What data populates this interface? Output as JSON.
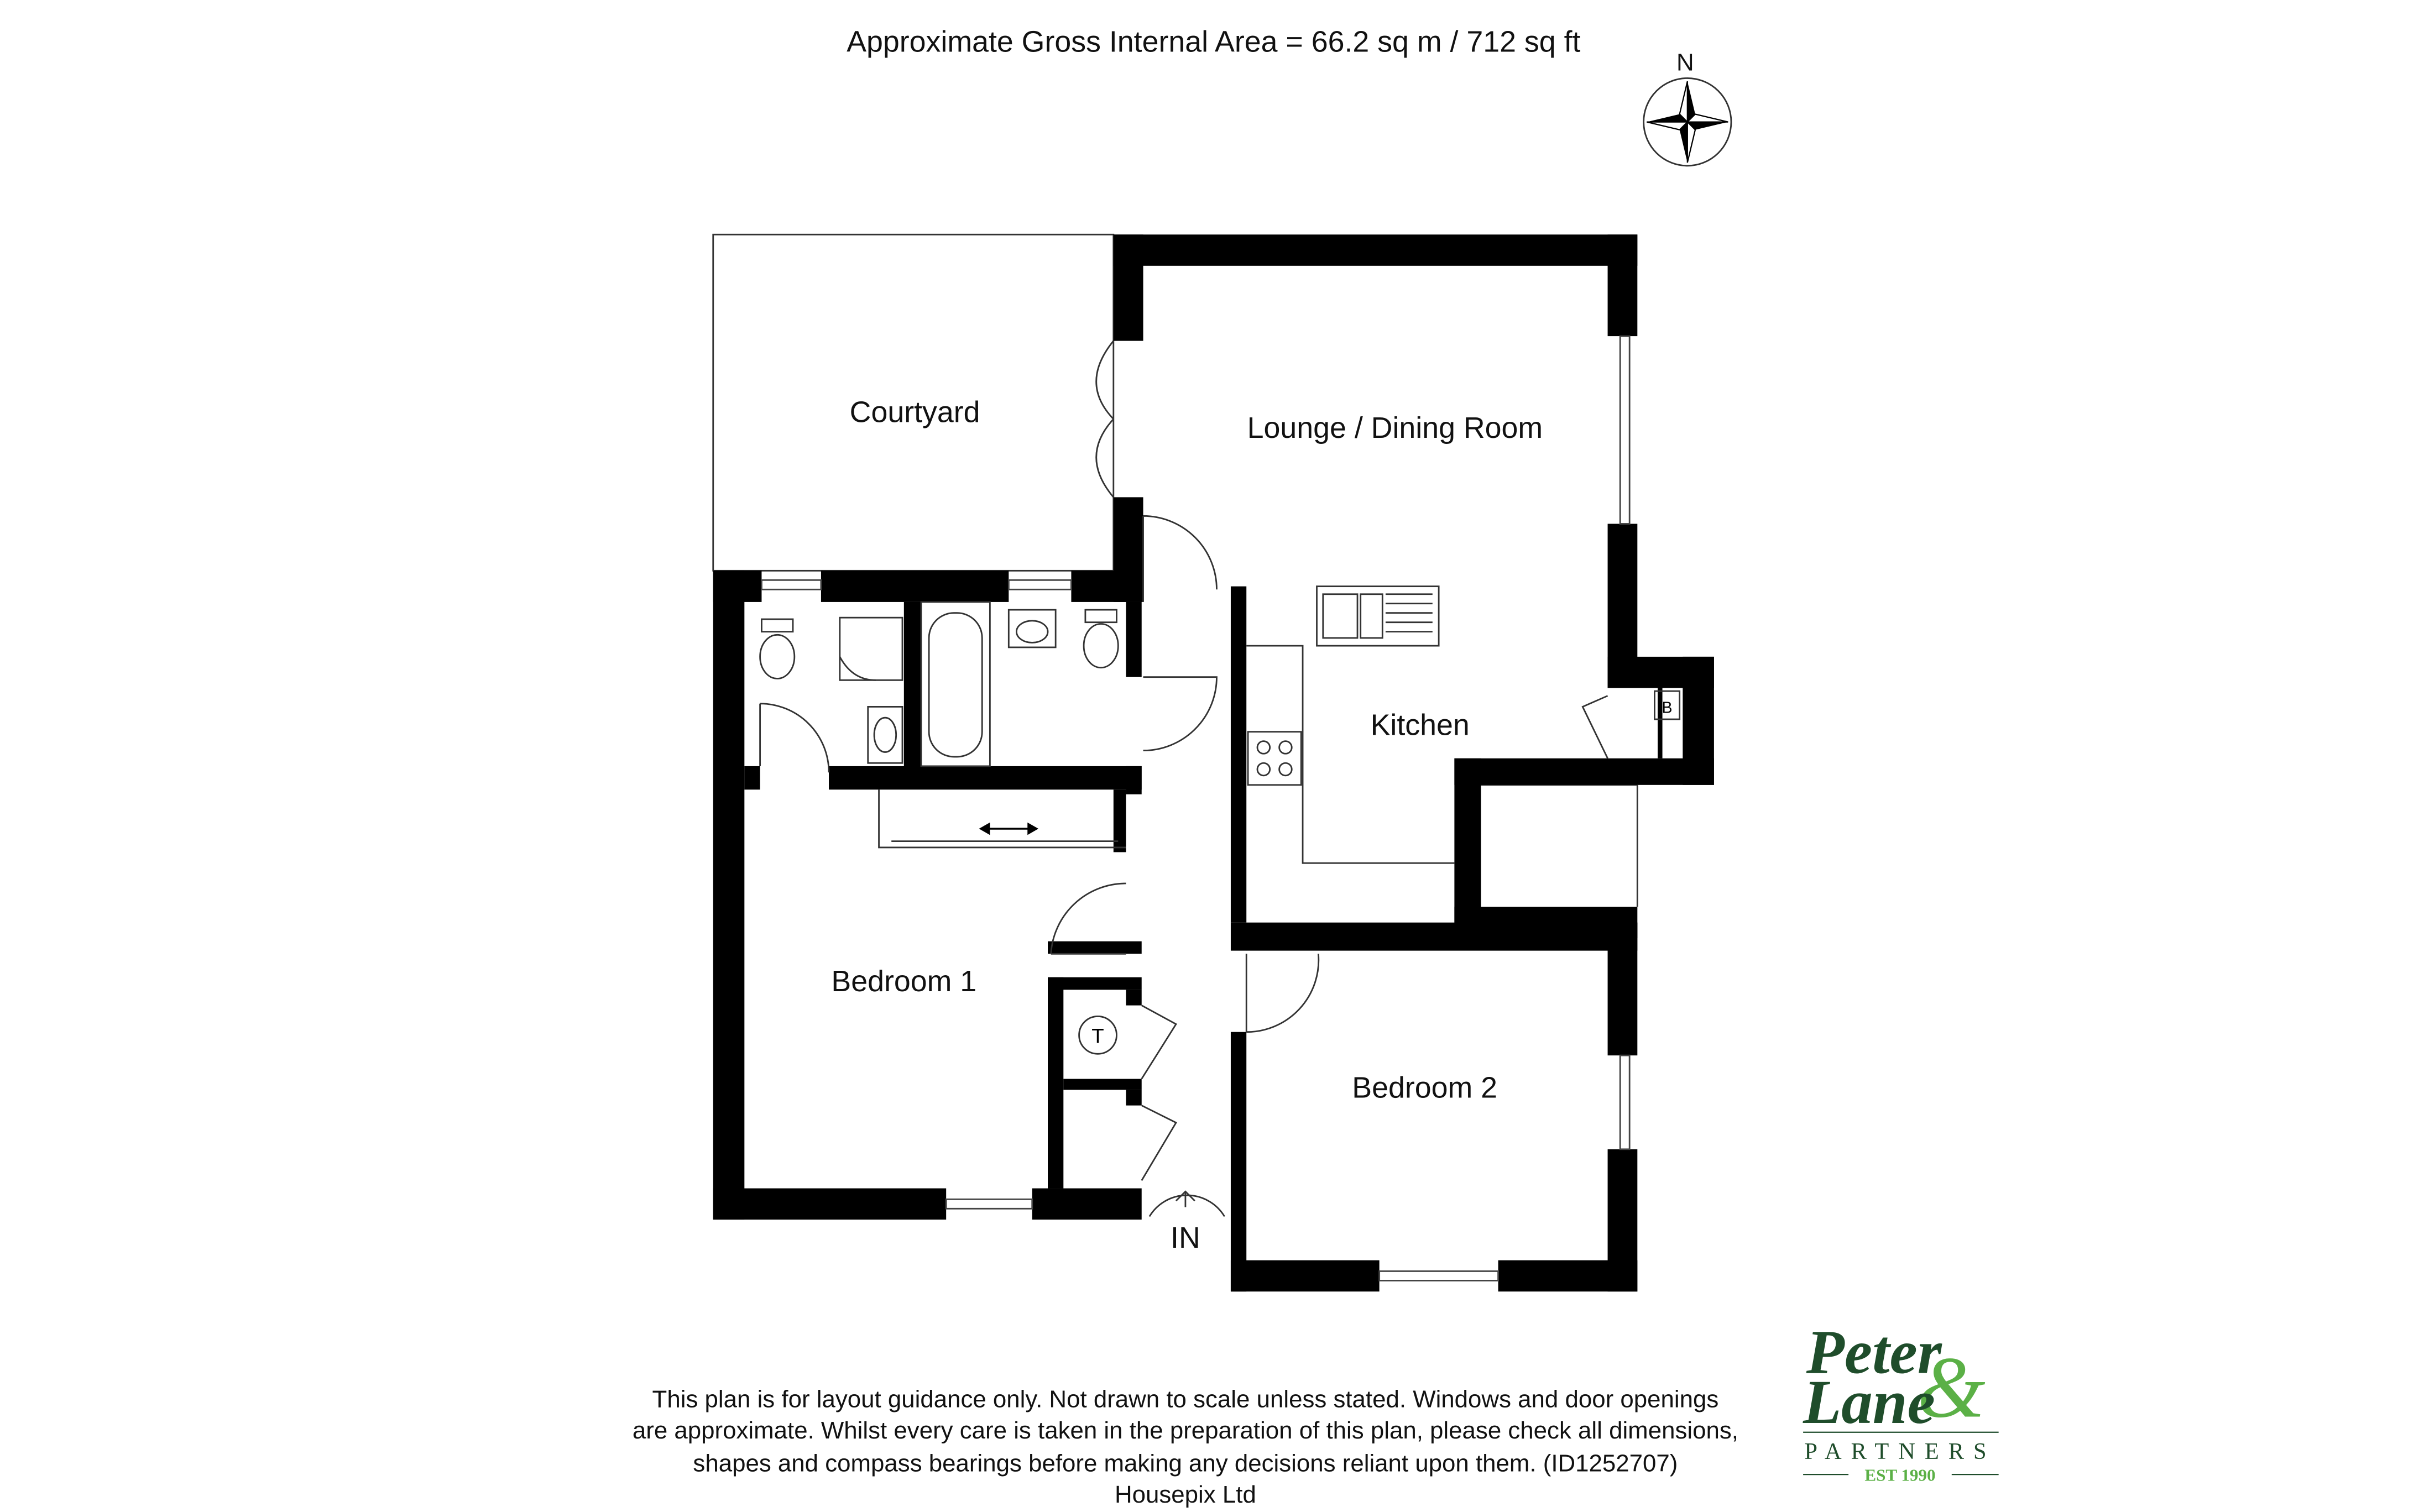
{
  "header": {
    "area_text": "Approximate Gross Internal Area = 66.2 sq m / 712 sq ft"
  },
  "compass": {
    "north_label": "N"
  },
  "rooms": {
    "courtyard": "Courtyard",
    "lounge": "Lounge / Dining Room",
    "kitchen": "Kitchen",
    "bedroom1": "Bedroom 1",
    "bedroom2": "Bedroom 2",
    "boiler": "B",
    "tank": "T",
    "entrance": "IN"
  },
  "disclaimer": {
    "lines": [
      "This plan is for layout guidance only. Not drawn to scale unless stated. Windows and door openings",
      "are approximate. Whilst every care is taken in the preparation of this plan, please check all dimensions,",
      "shapes and compass bearings before making any decisions reliant upon them. (ID1252707)",
      "Housepix Ltd"
    ]
  },
  "logo": {
    "line1": "Peter",
    "amp": "&",
    "line2": "Lane",
    "partners": "PARTNERS",
    "est": "EST 1990",
    "colors": {
      "dark": "#1f4d2b",
      "light": "#5bb046"
    }
  }
}
